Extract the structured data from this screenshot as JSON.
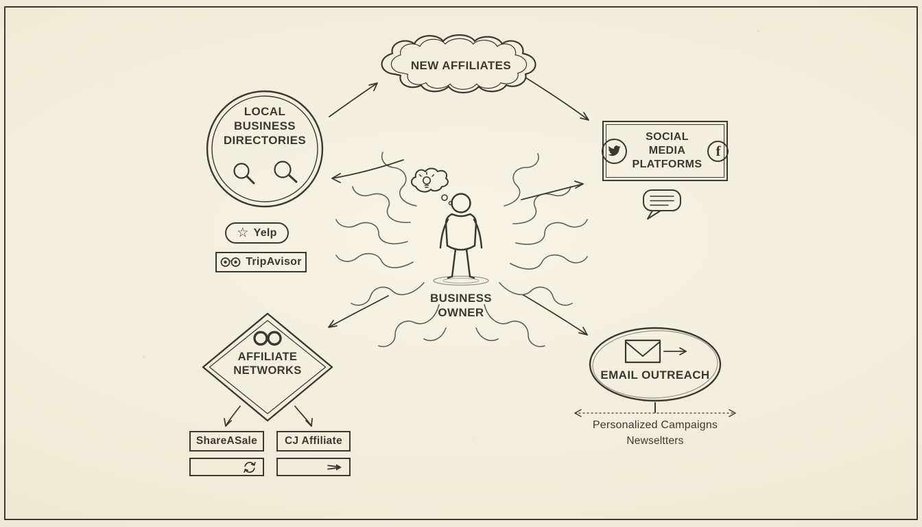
{
  "canvas": {
    "bg": "#f2eedb",
    "ink": "#3b392f"
  },
  "nodes": {
    "new_affiliates": {
      "label": "NEW AFFILIATES"
    },
    "local_directories": {
      "label": "LOCAL\nBUSINESS\nDIRECTORIES"
    },
    "yelp": {
      "label": "Yelp"
    },
    "tripadvisor": {
      "label": "TripAvisor"
    },
    "social_media": {
      "label": "SOCIAL\nMEDIA\nPLATFORMS"
    },
    "business_owner": {
      "label": "BUSINESS\nOWNER"
    },
    "affiliate_networks": {
      "label": "AFFILIATE\nNETWORKS"
    },
    "shareasale": {
      "label": "ShareASale"
    },
    "cj_affiliate": {
      "label": "CJ Affiliate"
    },
    "email_outreach": {
      "label": "EMAIL OUTREACH",
      "sub1": "Personalized Campaigns",
      "sub2": "Newseltters"
    }
  },
  "icons": {
    "star_glyph": "☆",
    "facebook_glyph": "f"
  }
}
